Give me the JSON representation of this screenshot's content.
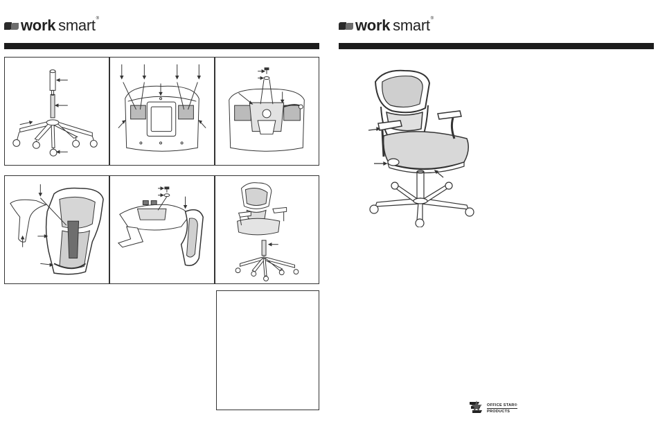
{
  "brand": {
    "word1": "work",
    "word2": "smart",
    "trademark": "®"
  },
  "footer": {
    "company_line1": "OFFICE STAR®",
    "company_line2": "PRODUCTS"
  },
  "colors": {
    "ink": "#1c1c1c",
    "line": "#333333",
    "shade": "#9a9a9a",
    "mesh": "#cfcfcf"
  },
  "icons": [
    "logo-mark-icon",
    "office-star-logo-icon"
  ]
}
